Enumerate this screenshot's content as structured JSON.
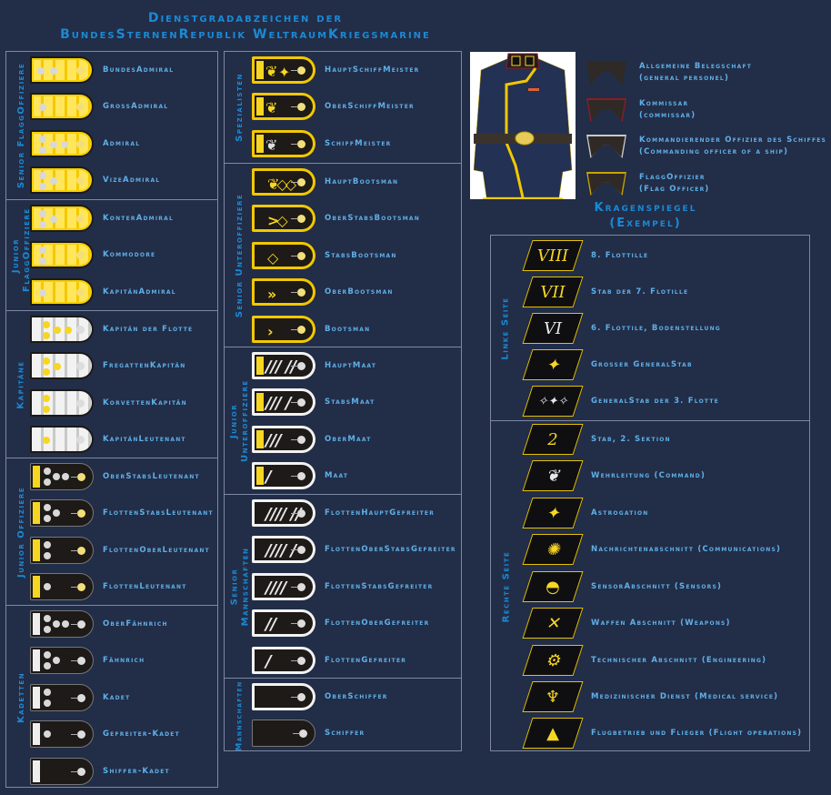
{
  "title": {
    "line1": "Dienstgradabzeichen der",
    "line2": "BundesSternenRepublik WeltraumKriegsmarine"
  },
  "colors": {
    "background": "#222d48",
    "heading": "#1a8ad4",
    "label": "#5fb0e6",
    "border": "#7e88a2",
    "gold": "#f7d622",
    "silver": "#d8d8d8"
  },
  "left_column": {
    "sections": [
      {
        "label": "Senior FlaggOffiziere",
        "ranks": [
          "BundesAdmiral",
          "GrossAdmiral",
          "Admiral",
          "VizeAdmiral"
        ]
      },
      {
        "label": "Junior FlaggOffiziere",
        "ranks": [
          "KonterAdmiral",
          "Kommodore",
          "KapitänAdmiral"
        ]
      },
      {
        "label": "Kapitäne",
        "ranks": [
          "Kapitän der Flotte",
          "FregattenKapitän",
          "KorvettenKapitän",
          "KapitänLeutenant"
        ]
      },
      {
        "label": "Junior Offiziere",
        "ranks": [
          "OberStabsLeutenant",
          "FlottenStabsLeutenant",
          "FlottenOberLeutenant",
          "FlottenLeutenant"
        ]
      },
      {
        "label": "Kadetten",
        "ranks": [
          "OberFähnrich",
          "Fähnrich",
          "Kadet",
          "Gefreiter-Kadet",
          "Shiffer-Kadet"
        ]
      }
    ]
  },
  "middle_column": {
    "sections": [
      {
        "label": "Spezialisten",
        "ranks": [
          "HauptSchiffMeister",
          "OberSchiffMeister",
          "SchiffMeister"
        ]
      },
      {
        "label": "Senior Unteroffiziere",
        "ranks": [
          "HauptBootsman",
          "OberStabsBootsman",
          "StabsBootsman",
          "OberBootsman",
          "Bootsman"
        ]
      },
      {
        "label": "Junior Unteroffiziere",
        "ranks": [
          "HauptMaat",
          "StabsMaat",
          "OberMaat",
          "Maat"
        ]
      },
      {
        "label": "Senior Mannschaften",
        "ranks": [
          "FlottenHauptGefreiter",
          "FlottenOberStabsGefreiter",
          "FlottenStabsGefreiter",
          "FlottenOberGefreiter",
          "FlottenGefreiter"
        ]
      },
      {
        "label": "Mannschaften",
        "ranks": [
          "OberSchiffer",
          "Schiffer"
        ]
      }
    ]
  },
  "collar_legend": [
    {
      "line1": "Allgemeine Belegschaft",
      "line2": "(general personel)",
      "edge": "#2f2a26"
    },
    {
      "line1": "Kommissar",
      "line2": "(commissar)",
      "edge": "#8a1e24"
    },
    {
      "line1": "Kommandierender Offizier des Schiffes",
      "line2": "(Commanding officer of a ship)",
      "edge": "#c9c9c9"
    },
    {
      "line1": "FlaggOffizier",
      "line2": "(Flag Officer)",
      "edge": "#c9a200"
    }
  ],
  "kragenspiegel": {
    "title": "Kragenspiegel",
    "subtitle": "(Exempel)",
    "sections": [
      {
        "label": "Linke Seite",
        "items": [
          {
            "symbol": "VIII",
            "label": "8. Flottille"
          },
          {
            "symbol": "VII",
            "label": "Stab der 7. Flotille"
          },
          {
            "symbol": "VI",
            "label": "6. Flottile, Bodenstellung"
          },
          {
            "symbol": "✦",
            "label": "Grosser GeneralStab"
          },
          {
            "symbol": "✧✦✧",
            "label": "GeneralStab der 3. Flotte"
          }
        ]
      },
      {
        "label": "Rechte Seite",
        "items": [
          {
            "symbol": "2",
            "label": "Stab, 2. Sektion"
          },
          {
            "symbol": "❦",
            "label": "Wehrleitung (Command)"
          },
          {
            "symbol": "✦",
            "label": "Astrogation"
          },
          {
            "symbol": "✺",
            "label": "Nachrichtenabschnitt (Communications)"
          },
          {
            "symbol": "◓",
            "label": "SensorAbschnitt (Sensors)"
          },
          {
            "symbol": "✕",
            "label": "Waffen Abschnitt (Weapons)"
          },
          {
            "symbol": "⚙",
            "label": "Technischer Abschnitt (Engineering)"
          },
          {
            "symbol": "♆",
            "label": "Medizinischer Dienst (Medical service)"
          },
          {
            "symbol": "▲",
            "label": "Flugbetrieb und Flieger (Flight operations)"
          }
        ]
      }
    ]
  }
}
